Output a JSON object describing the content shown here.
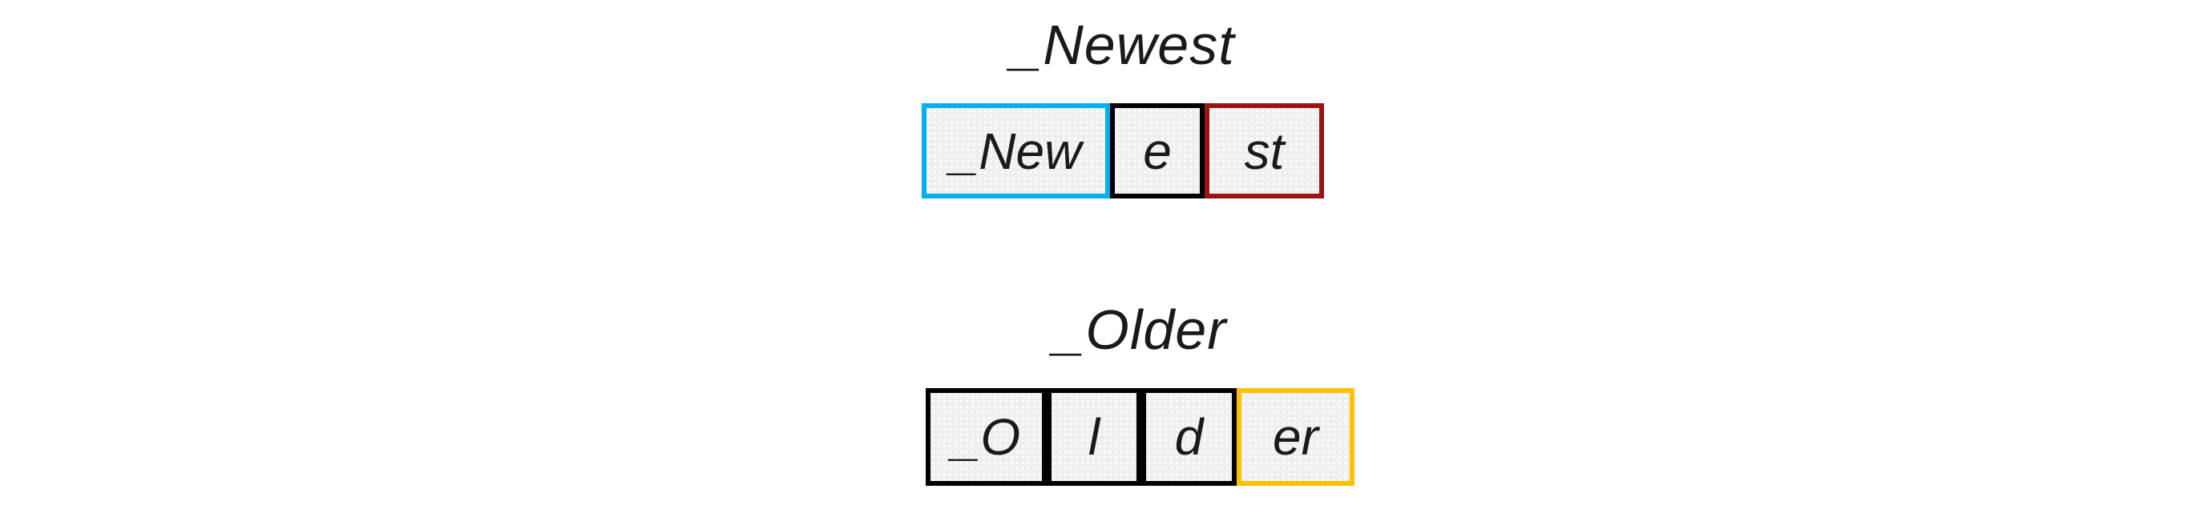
{
  "figure": {
    "description": "Subword tokenization diagram with two example words split into token boxes",
    "background": "#ffffff",
    "text_color": "#1a1a1a"
  },
  "colors": {
    "cyan": "#00B0F0",
    "black": "#000000",
    "dark_red": "#9A1414",
    "orange": "#FFC000",
    "box_fill": "#EFEFEF"
  },
  "groups": [
    {
      "title": "_Newest",
      "tokens": [
        {
          "text": "_New",
          "border": "cyan"
        },
        {
          "text": "e",
          "border": "black"
        },
        {
          "text": "st",
          "border": "dark_red"
        }
      ]
    },
    {
      "title": "_Older",
      "tokens": [
        {
          "text": "_O",
          "border": "black"
        },
        {
          "text": "l",
          "border": "black"
        },
        {
          "text": "d",
          "border": "black"
        },
        {
          "text": "er",
          "border": "orange"
        }
      ]
    }
  ]
}
